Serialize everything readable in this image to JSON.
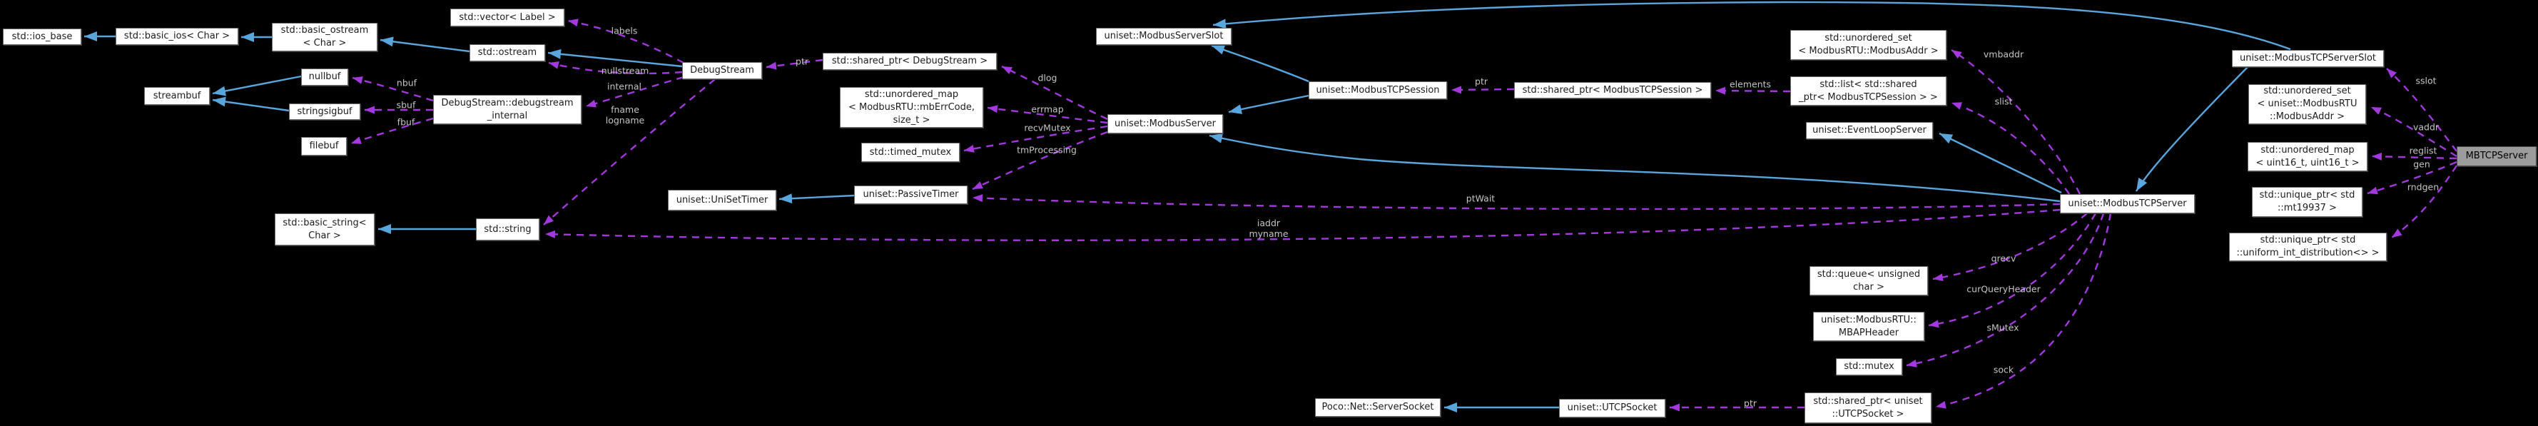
{
  "diagram": {
    "type": "doxygen-collaboration-graph",
    "main_class": "MBTCPServer",
    "nodes": [
      {
        "id": "ios-base",
        "lines": [
          "std::ios_base"
        ]
      },
      {
        "id": "basic-ios",
        "lines": [
          "std::basic_ios< Char >"
        ]
      },
      {
        "id": "basic-ostream",
        "lines": [
          "std::basic_ostream",
          "< Char >"
        ]
      },
      {
        "id": "vector-label",
        "lines": [
          "std::vector< Label >"
        ]
      },
      {
        "id": "ostream",
        "lines": [
          "std::ostream"
        ]
      },
      {
        "id": "streambuf",
        "lines": [
          "streambuf"
        ]
      },
      {
        "id": "nullbuf",
        "lines": [
          "nullbuf"
        ]
      },
      {
        "id": "stringsigbuf",
        "lines": [
          "stringsigbuf"
        ]
      },
      {
        "id": "filebuf",
        "lines": [
          "filebuf"
        ]
      },
      {
        "id": "debugstream-internal",
        "lines": [
          "DebugStream::debugstream",
          "_internal"
        ]
      },
      {
        "id": "debugstream",
        "lines": [
          "DebugStream"
        ]
      },
      {
        "id": "shared-ptr-debugstream",
        "lines": [
          "std::shared_ptr< DebugStream >"
        ]
      },
      {
        "id": "unordered-map-mberrcode",
        "lines": [
          "std::unordered_map",
          "< ModbusRTU::mbErrCode,",
          "size_t >"
        ]
      },
      {
        "id": "timed-mutex",
        "lines": [
          "std::timed_mutex"
        ]
      },
      {
        "id": "modbus-server-slot",
        "lines": [
          "uniset::ModbusServerSlot"
        ]
      },
      {
        "id": "modbus-server",
        "lines": [
          "uniset::ModbusServer"
        ]
      },
      {
        "id": "modbus-tcp-session",
        "lines": [
          "uniset::ModbusTCPSession"
        ]
      },
      {
        "id": "shared-ptr-session",
        "lines": [
          "std::shared_ptr< ModbusTCPSession >"
        ]
      },
      {
        "id": "unordered-set-mbaddr",
        "lines": [
          "std::unordered_set",
          "< ModbusRTU::ModbusAddr >"
        ]
      },
      {
        "id": "list-sessions",
        "lines": [
          "std::list< std::shared",
          "_ptr< ModbusTCPSession > >"
        ]
      },
      {
        "id": "event-loop-server",
        "lines": [
          "uniset::EventLoopServer"
        ]
      },
      {
        "id": "uniset-timer",
        "lines": [
          "uniset::UniSetTimer"
        ]
      },
      {
        "id": "passive-timer",
        "lines": [
          "uniset::PassiveTimer"
        ]
      },
      {
        "id": "basic-string",
        "lines": [
          "std::basic_string<",
          "Char >"
        ]
      },
      {
        "id": "string",
        "lines": [
          "std::string"
        ]
      },
      {
        "id": "modbus-tcp-server",
        "lines": [
          "uniset::ModbusTCPServer"
        ]
      },
      {
        "id": "modbus-tcp-server-slot",
        "lines": [
          "uniset::ModbusTCPServerSlot"
        ]
      },
      {
        "id": "unordered-set-uniset-mbaddr",
        "lines": [
          "std::unordered_set",
          "< uniset::ModbusRTU",
          "::ModbusAddr >"
        ]
      },
      {
        "id": "unordered-map-uint16",
        "lines": [
          "std::unordered_map",
          "< uint16_t, uint16_t >"
        ]
      },
      {
        "id": "unique-ptr-mt19937",
        "lines": [
          "std::unique_ptr< std",
          "::mt19937 >"
        ]
      },
      {
        "id": "unique-ptr-uniform",
        "lines": [
          "std::unique_ptr< std",
          "::uniform_int_distribution<> >"
        ]
      },
      {
        "id": "mbtcpserver",
        "lines": [
          "MBTCPServer"
        ],
        "highlight": true
      },
      {
        "id": "queue-uchar",
        "lines": [
          "std::queue< unsigned",
          "char >"
        ]
      },
      {
        "id": "mbap-header",
        "lines": [
          "uniset::ModbusRTU::",
          "MBAPHeader"
        ]
      },
      {
        "id": "mutex",
        "lines": [
          "std::mutex"
        ]
      },
      {
        "id": "shared-ptr-utcp",
        "lines": [
          "std::shared_ptr< uniset",
          "::UTCPSocket >"
        ]
      },
      {
        "id": "server-socket",
        "lines": [
          "Poco::Net::ServerSocket"
        ]
      },
      {
        "id": "utcp-socket",
        "lines": [
          "uniset::UTCPSocket"
        ]
      }
    ],
    "edges": [
      {
        "id": "i0",
        "from": "basic-ios",
        "to": "ios-base",
        "relation": "inheritance",
        "label": ""
      },
      {
        "id": "i1",
        "from": "basic-ostream",
        "to": "basic-ios",
        "relation": "inheritance",
        "label": ""
      },
      {
        "id": "i2",
        "from": "ostream",
        "to": "basic-ostream",
        "relation": "inheritance",
        "label": ""
      },
      {
        "id": "i3",
        "from": "debugstream",
        "to": "ostream",
        "relation": "inheritance",
        "label": ""
      },
      {
        "id": "i4",
        "from": "nullbuf",
        "to": "streambuf",
        "relation": "inheritance",
        "label": ""
      },
      {
        "id": "i5",
        "from": "stringsigbuf",
        "to": "streambuf",
        "relation": "inheritance",
        "label": ""
      },
      {
        "id": "i6",
        "from": "string",
        "to": "basic-string",
        "relation": "inheritance",
        "label": ""
      },
      {
        "id": "i7",
        "from": "passive-timer",
        "to": "uniset-timer",
        "relation": "inheritance",
        "label": ""
      },
      {
        "id": "i8",
        "from": "modbus-tcp-session",
        "to": "modbus-server-slot",
        "relation": "inheritance",
        "label": ""
      },
      {
        "id": "i9",
        "from": "modbus-tcp-session",
        "to": "modbus-server",
        "relation": "inheritance",
        "label": ""
      },
      {
        "id": "i10",
        "from": "modbus-tcp-server",
        "to": "modbus-server",
        "relation": "inheritance",
        "label": ""
      },
      {
        "id": "i11",
        "from": "modbus-tcp-server",
        "to": "event-loop-server",
        "relation": "inheritance",
        "label": ""
      },
      {
        "id": "i12",
        "from": "modbus-tcp-server-slot",
        "to": "modbus-server-slot",
        "relation": "inheritance",
        "label": ""
      },
      {
        "id": "i13",
        "from": "modbus-tcp-server-slot",
        "to": "modbus-tcp-server",
        "relation": "inheritance",
        "label": ""
      },
      {
        "id": "i14",
        "from": "utcp-socket",
        "to": "server-socket",
        "relation": "inheritance",
        "label": ""
      },
      {
        "id": "u0",
        "from": "debugstream-internal",
        "to": "nullbuf",
        "relation": "usage",
        "label": "nbuf"
      },
      {
        "id": "u1",
        "from": "debugstream-internal",
        "to": "stringsigbuf",
        "relation": "usage",
        "label": "sbuf"
      },
      {
        "id": "u2",
        "from": "debugstream-internal",
        "to": "filebuf",
        "relation": "usage",
        "label": "fbuf"
      },
      {
        "id": "u3",
        "from": "debugstream",
        "to": "vector-label",
        "relation": "usage",
        "label": "labels"
      },
      {
        "id": "u4",
        "from": "debugstream",
        "to": "ostream",
        "relation": "usage",
        "label": "nullstream"
      },
      {
        "id": "u5",
        "from": "debugstream",
        "to": "debugstream-internal",
        "relation": "usage",
        "label": "internal"
      },
      {
        "id": "u6",
        "from": "debugstream",
        "to": "string",
        "relation": "usage",
        "label": "fname\nlogname"
      },
      {
        "id": "u7",
        "from": "shared-ptr-debugstream",
        "to": "debugstream",
        "relation": "usage",
        "label": "ptr"
      },
      {
        "id": "u8",
        "from": "modbus-server",
        "to": "shared-ptr-debugstream",
        "relation": "usage",
        "label": "dlog"
      },
      {
        "id": "u9",
        "from": "modbus-server",
        "to": "unordered-map-mberrcode",
        "relation": "usage",
        "label": "errmap"
      },
      {
        "id": "u10",
        "from": "modbus-server",
        "to": "timed-mutex",
        "relation": "usage",
        "label": "recvMutex"
      },
      {
        "id": "u11",
        "from": "modbus-server",
        "to": "passive-timer",
        "relation": "usage",
        "label": "tmProcessing"
      },
      {
        "id": "u12",
        "from": "shared-ptr-session",
        "to": "modbus-tcp-session",
        "relation": "usage",
        "label": "ptr"
      },
      {
        "id": "u13",
        "from": "list-sessions",
        "to": "shared-ptr-session",
        "relation": "usage",
        "label": "elements"
      },
      {
        "id": "u14",
        "from": "modbus-tcp-server",
        "to": "unordered-set-mbaddr",
        "relation": "usage",
        "label": "vmbaddr"
      },
      {
        "id": "u15",
        "from": "modbus-tcp-server",
        "to": "list-sessions",
        "relation": "usage",
        "label": "slist"
      },
      {
        "id": "u16",
        "from": "modbus-tcp-server",
        "to": "passive-timer",
        "relation": "usage",
        "label": "ptWait"
      },
      {
        "id": "u17",
        "from": "modbus-tcp-server",
        "to": "string",
        "relation": "usage",
        "label": "iaddr\nmyname"
      },
      {
        "id": "u18",
        "from": "modbus-tcp-server",
        "to": "queue-uchar",
        "relation": "usage",
        "label": "qrecv"
      },
      {
        "id": "u19",
        "from": "modbus-tcp-server",
        "to": "mbap-header",
        "relation": "usage",
        "label": "curQueryHeader"
      },
      {
        "id": "u20",
        "from": "modbus-tcp-server",
        "to": "mutex",
        "relation": "usage",
        "label": "sMutex"
      },
      {
        "id": "u21",
        "from": "modbus-tcp-server",
        "to": "shared-ptr-utcp",
        "relation": "usage",
        "label": "sock"
      },
      {
        "id": "u22",
        "from": "shared-ptr-utcp",
        "to": "utcp-socket",
        "relation": "usage",
        "label": "ptr"
      },
      {
        "id": "u23",
        "from": "mbtcpserver",
        "to": "modbus-tcp-server-slot",
        "relation": "usage",
        "label": "sslot"
      },
      {
        "id": "u24",
        "from": "mbtcpserver",
        "to": "unordered-set-uniset-mbaddr",
        "relation": "usage",
        "label": "vaddr"
      },
      {
        "id": "u25",
        "from": "mbtcpserver",
        "to": "unordered-map-uint16",
        "relation": "usage",
        "label": "reglist"
      },
      {
        "id": "u26",
        "from": "mbtcpserver",
        "to": "unique-ptr-mt19937",
        "relation": "usage",
        "label": "gen"
      },
      {
        "id": "u27",
        "from": "mbtcpserver",
        "to": "unique-ptr-uniform",
        "relation": "usage",
        "label": "rndgen"
      }
    ],
    "colors": {
      "background": "#000000",
      "node_fill": "#ffffff",
      "node_border": "#6a6a6a",
      "node_text": "#1c1c1c",
      "main_node_fill": "#9c9c9c",
      "inheritance_edge": "#58a6dc",
      "usage_edge": "#a238dd",
      "edge_label_text": "#c4c4c4"
    }
  }
}
